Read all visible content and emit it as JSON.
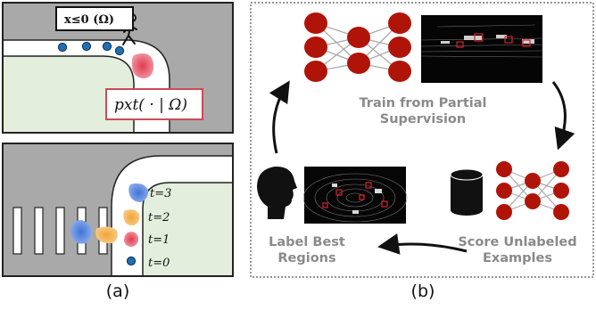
{
  "panel_a": {
    "top_box_label": "x≤0 (Ω)",
    "pred_box_label": "pxt( · | Ω)",
    "time_labels": [
      "t=3",
      "t=2",
      "t=1",
      "t=0"
    ],
    "caption": "(a)",
    "colors": {
      "road_gray": "#a9a9a9",
      "grass": "#e3eedc",
      "blue_dot": "#1f6fb2",
      "pred_red": "#d0566a",
      "box_border": "#cc4b58"
    }
  },
  "panel_b": {
    "train_label_line1": "Train from Partial",
    "train_label_line2": "Supervision",
    "score_label_line1": "Score Unlabeled",
    "score_label_line2": "Examples",
    "label_label_line1": "Label Best",
    "label_label_line2": "Regions",
    "caption": "(b)",
    "colors": {
      "node_red": "#b01408",
      "edge": "#aaaaaa",
      "label_gray": "#8a8a8a"
    },
    "icons": [
      "neural-net-icon",
      "lidar-image",
      "database-icon",
      "head-silhouette-icon"
    ]
  }
}
